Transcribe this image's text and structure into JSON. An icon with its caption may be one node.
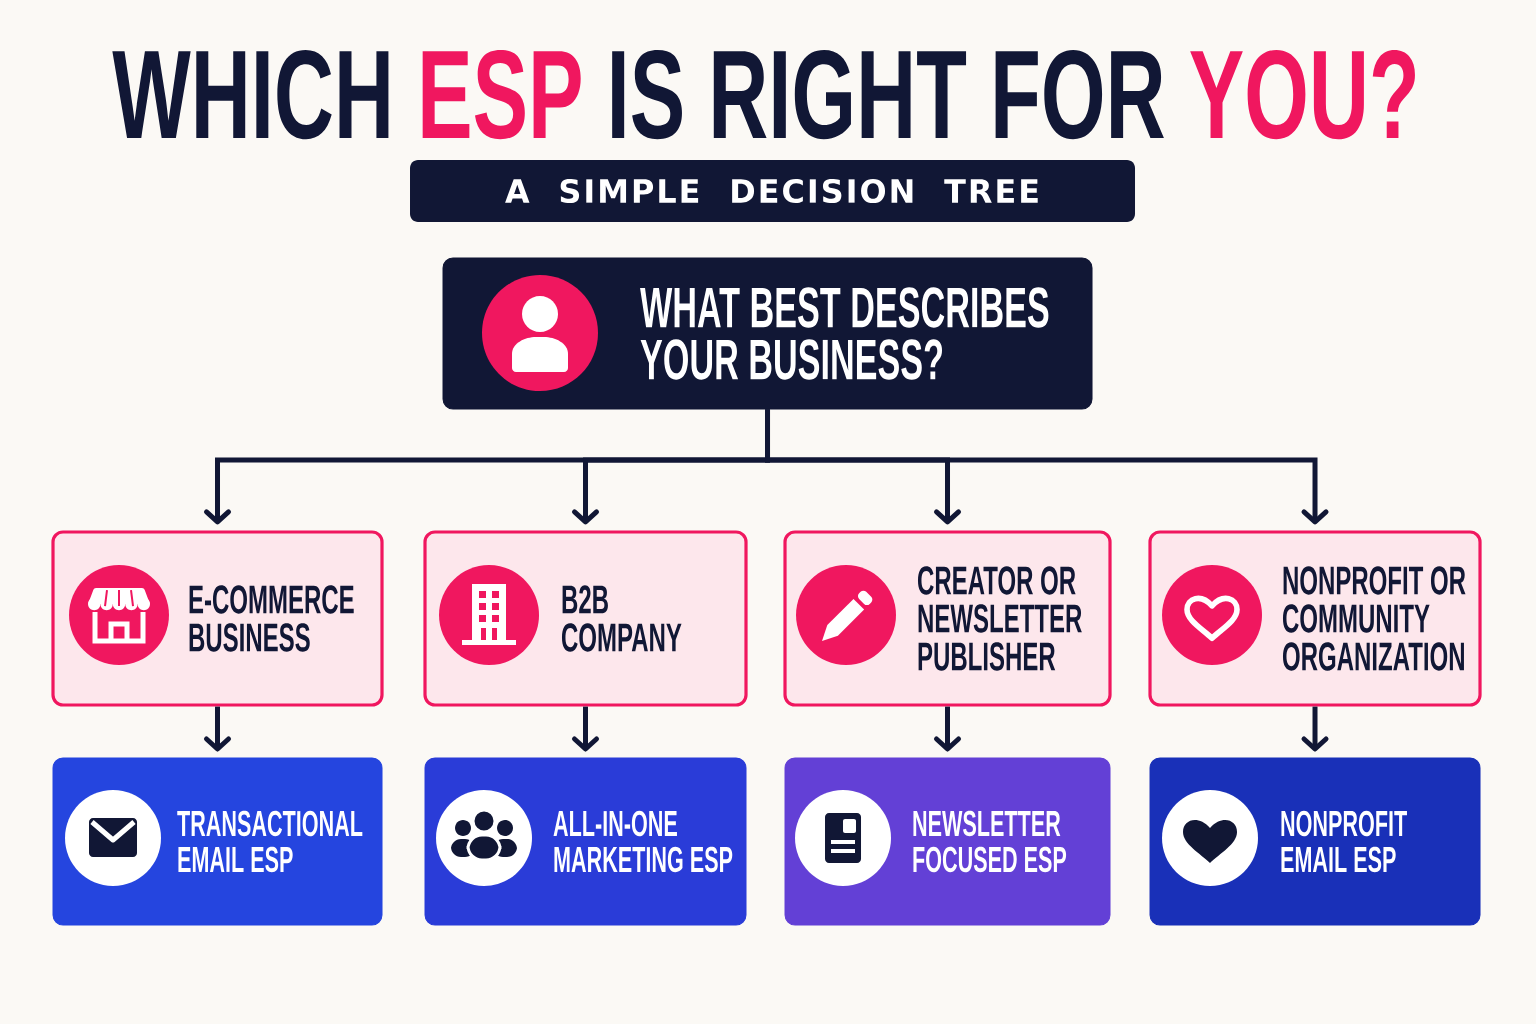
{
  "diagram": {
    "title": "WHICH ESP IS RIGHT FOR YOU?",
    "nodes": [
      {
        "text": [
          "WHAT BEST DESCRIBES YOUR BUSINESS?"
        ]
      },
      {
        "text": [
          "E-COMMERCE BUSINESS"
        ]
      },
      {
        "text": [
          "B2B COMPANY"
        ]
      },
      {
        "text": [
          "CREATOR OR NEWSLETTER PUBLISHER"
        ]
      },
      {
        "text": [
          "NONPROFIT OR COMMUNITY ORGANIZATION"
        ]
      },
      {
        "text": [
          "TRANSACTIONAL EMAIL ESP"
        ]
      },
      {
        "text": [
          "ALL-IN-ONE MARKETING ESP"
        ]
      },
      {
        "text": [
          "NEWSLETTER FOCUSED ESP"
        ]
      },
      {
        "text": [
          "NONPROFIT EMAIL ESP"
        ]
      }
    ],
    "edges": [
      {
        "from": 0,
        "to": 1,
        "arrow": "to"
      },
      {
        "from": 0,
        "to": 2,
        "arrow": "to"
      },
      {
        "from": 0,
        "to": 3,
        "arrow": "to"
      },
      {
        "from": 0,
        "to": 4,
        "arrow": "to"
      },
      {
        "from": 1,
        "to": 5,
        "arrow": "to"
      },
      {
        "from": 2,
        "to": 6,
        "arrow": "to"
      },
      {
        "from": 3,
        "to": 7,
        "arrow": "to"
      },
      {
        "from": 4,
        "to": 8,
        "arrow": "to"
      }
    ],
    "labels": [
      "A SIMPLE DECISION TREE"
    ]
  }
}
